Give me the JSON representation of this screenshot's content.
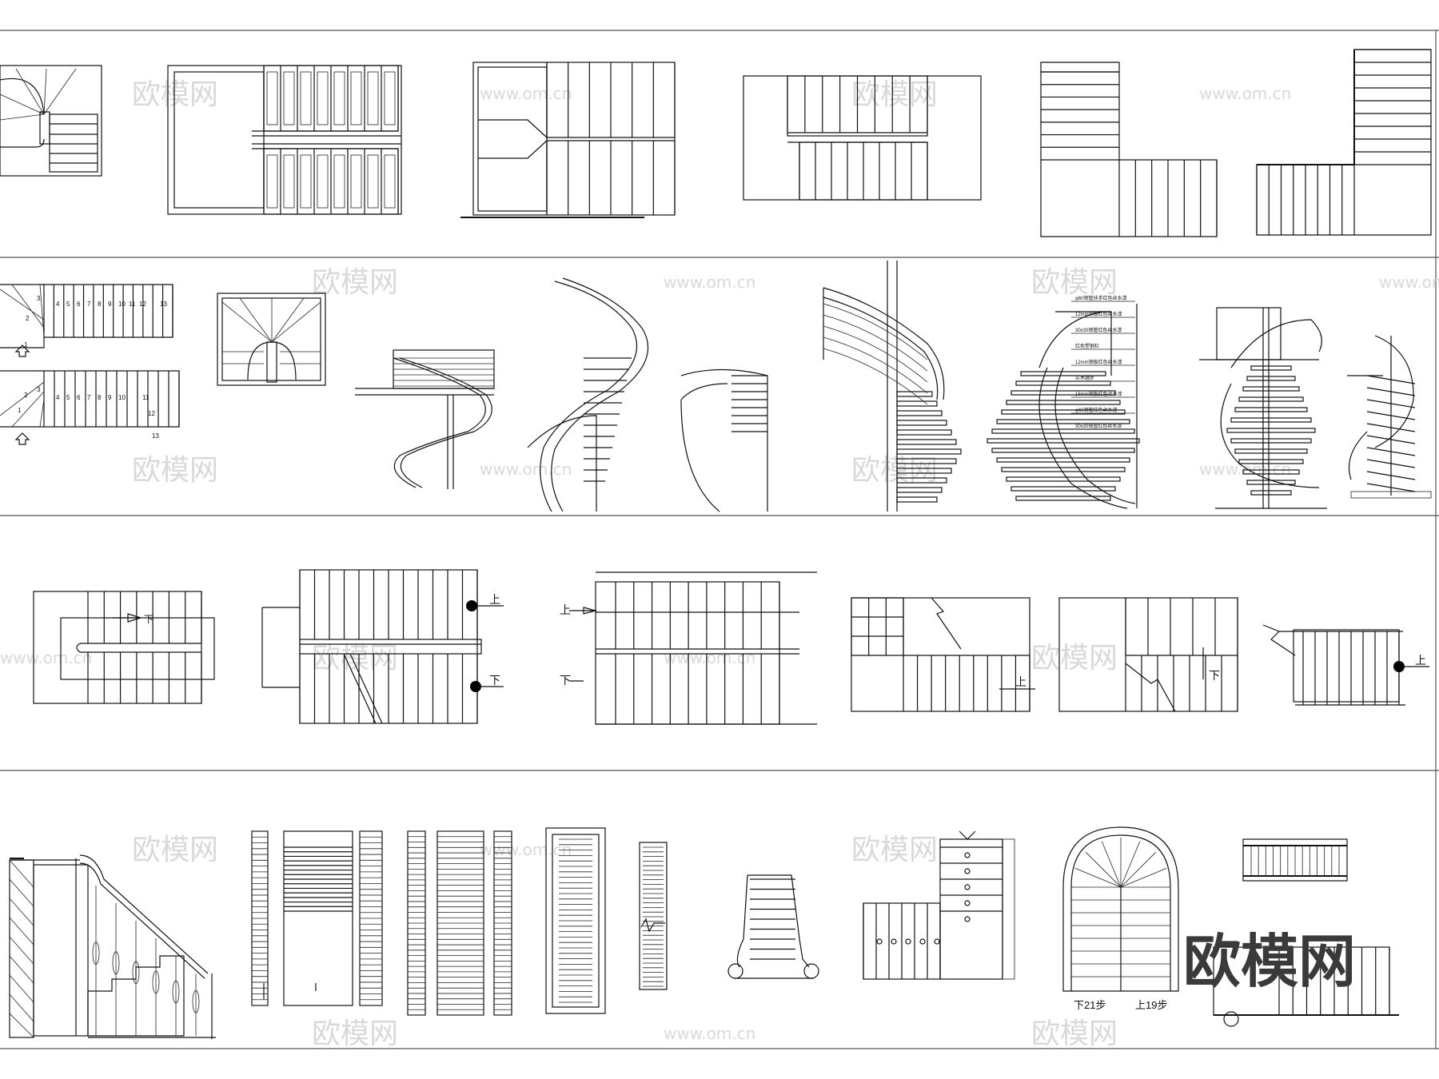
{
  "sheet": {
    "title": "",
    "background": "#ffffff",
    "line_color": "#111111"
  },
  "watermark": {
    "brand": "欧模网",
    "site": "www.om.cn",
    "color": "#d9d9d9"
  },
  "logo": {
    "text": "欧模网",
    "color": "#3a3a3a"
  },
  "step_numbers_top": [
    "1",
    "2",
    "3",
    "4",
    "5",
    "6",
    "7",
    "8",
    "9",
    "10",
    "11",
    "12",
    "13"
  ],
  "step_numbers_bottom": [
    "1",
    "2",
    "3",
    "4",
    "5",
    "6",
    "7",
    "8",
    "9",
    "10",
    "11",
    "12",
    "13"
  ],
  "spiral_callouts": [
    "φ60钢管扶手红色丝水漆",
    "12mm钢板红色丝水漆",
    "30x30钢管红色丝水漆",
    "红色塑钢栏",
    "12mm钢板红色丝水漆",
    "实木踏步",
    "16mm钢板红色丝水漆",
    "φ60钢管红色丝水漆",
    "30x30钢管红色丝水漆"
  ],
  "direction_labels": {
    "up": "上",
    "down": "下"
  },
  "arc_stair_labels": {
    "down_steps": "下21步",
    "up_steps": "上19步"
  }
}
